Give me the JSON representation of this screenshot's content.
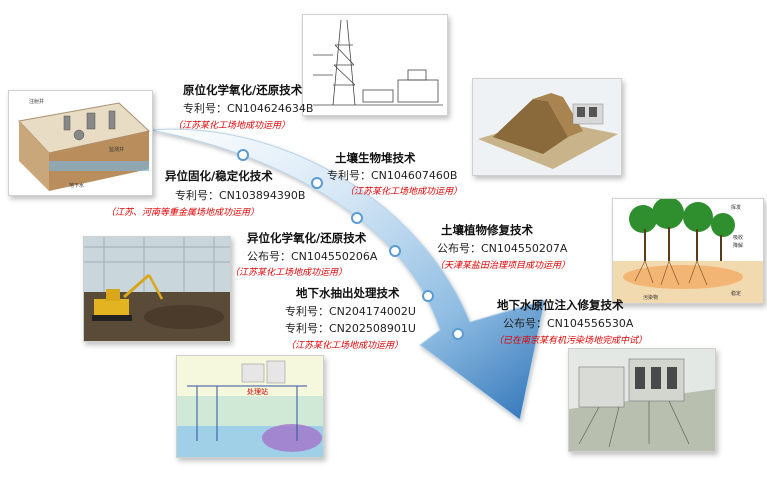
{
  "techniques": [
    {
      "title": "原位化学氧化/还原技术",
      "patent": "专利号：CN104624634B",
      "note": "（江苏某化工场地成功运用）"
    },
    {
      "title": "异位固化/稳定化技术",
      "patent": "专利号：CN103894390B",
      "note": "（江苏、河南等重金属场地成功运用）"
    },
    {
      "title": "土壤生物堆技术",
      "patent": "专利号：CN104607460B",
      "note": "（江苏某化工场地成功运用）"
    },
    {
      "title": "异位化学氧化/还原技术",
      "patent": "公布号：CN104550206A",
      "note": "（江苏某化工场地成功运用）"
    },
    {
      "title": "土壤植物修复技术",
      "patent": "公布号：CN104550207A",
      "note": "（天津某盐田治理项目成功运用）"
    },
    {
      "title": "地下水抽出处理技术",
      "patent": "专利号：CN204174002U",
      "patent2": "专利号：CN202508901U",
      "note": "（江苏某化工场地成功运用）"
    },
    {
      "title": "地下水原位注入修复技术",
      "patent": "公布号：CN104556530A",
      "note": "（已在南京某有机污染场地完成中试）"
    }
  ],
  "image_labels": {
    "insitu_diagram": [
      "注射井",
      "监测井",
      "地下水"
    ],
    "plant_diagram": [
      "挥发",
      "吸收",
      "降解",
      "污染物",
      "稳定"
    ],
    "groundwater_diagram": [
      "处理站"
    ]
  },
  "colors": {
    "arrow_light": "#eaf3fb",
    "arrow_dark": "#2a6bb0",
    "note_red": "#e00000"
  }
}
